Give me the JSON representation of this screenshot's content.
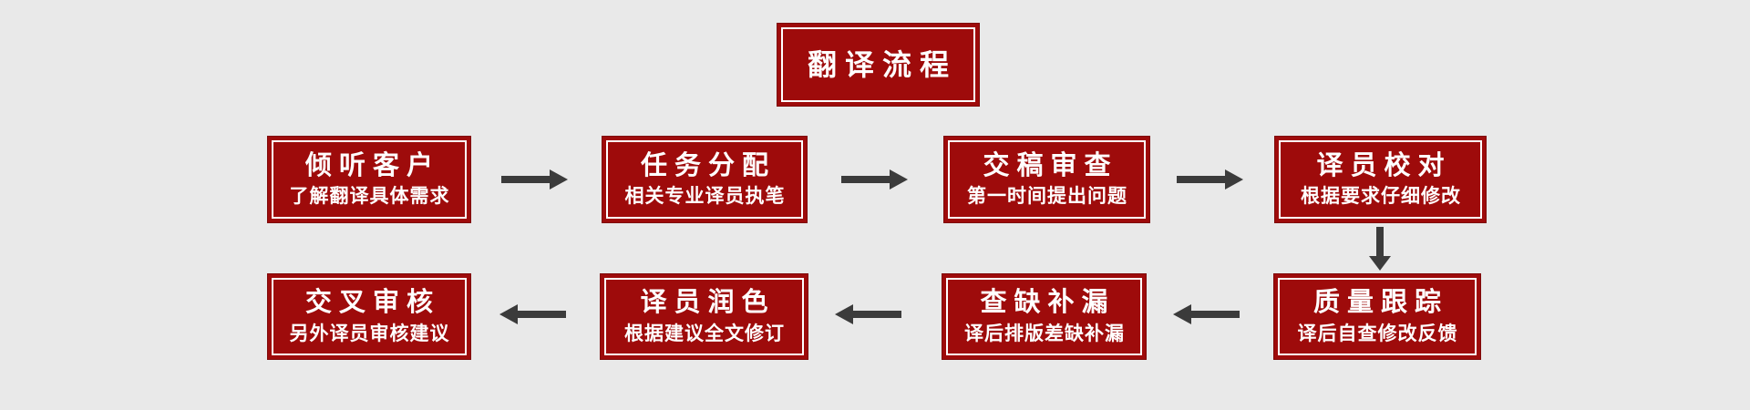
{
  "page": {
    "background_color": "#e9e9e9"
  },
  "colors": {
    "box_fill": "#9e0b0b",
    "box_outer_border": "#7e0808",
    "box_inner_border": "#ffffff",
    "box_text": "#ffffff",
    "arrow": "#3b3b3b",
    "page_bg": "#e9e9e9"
  },
  "title_box": {
    "label": "翻译流程"
  },
  "steps": {
    "top_row": [
      {
        "title": "倾听客户",
        "subtitle": "了解翻译具体需求"
      },
      {
        "title": "任务分配",
        "subtitle": "相关专业译员执笔"
      },
      {
        "title": "交稿审查",
        "subtitle": "第一时间提出问题"
      },
      {
        "title": "译员校对",
        "subtitle": "根据要求仔细修改"
      }
    ],
    "bottom_row": [
      {
        "title": "交叉审核",
        "subtitle": "另外译员审核建议"
      },
      {
        "title": "译员润色",
        "subtitle": "根据建议全文修订"
      },
      {
        "title": "查缺补漏",
        "subtitle": "译后排版差缺补漏"
      },
      {
        "title": "质量跟踪",
        "subtitle": "译后自查修改反馈"
      }
    ]
  },
  "icons": {
    "arrow_right": "▶",
    "arrow_left": "◀",
    "arrow_down": "▼"
  }
}
